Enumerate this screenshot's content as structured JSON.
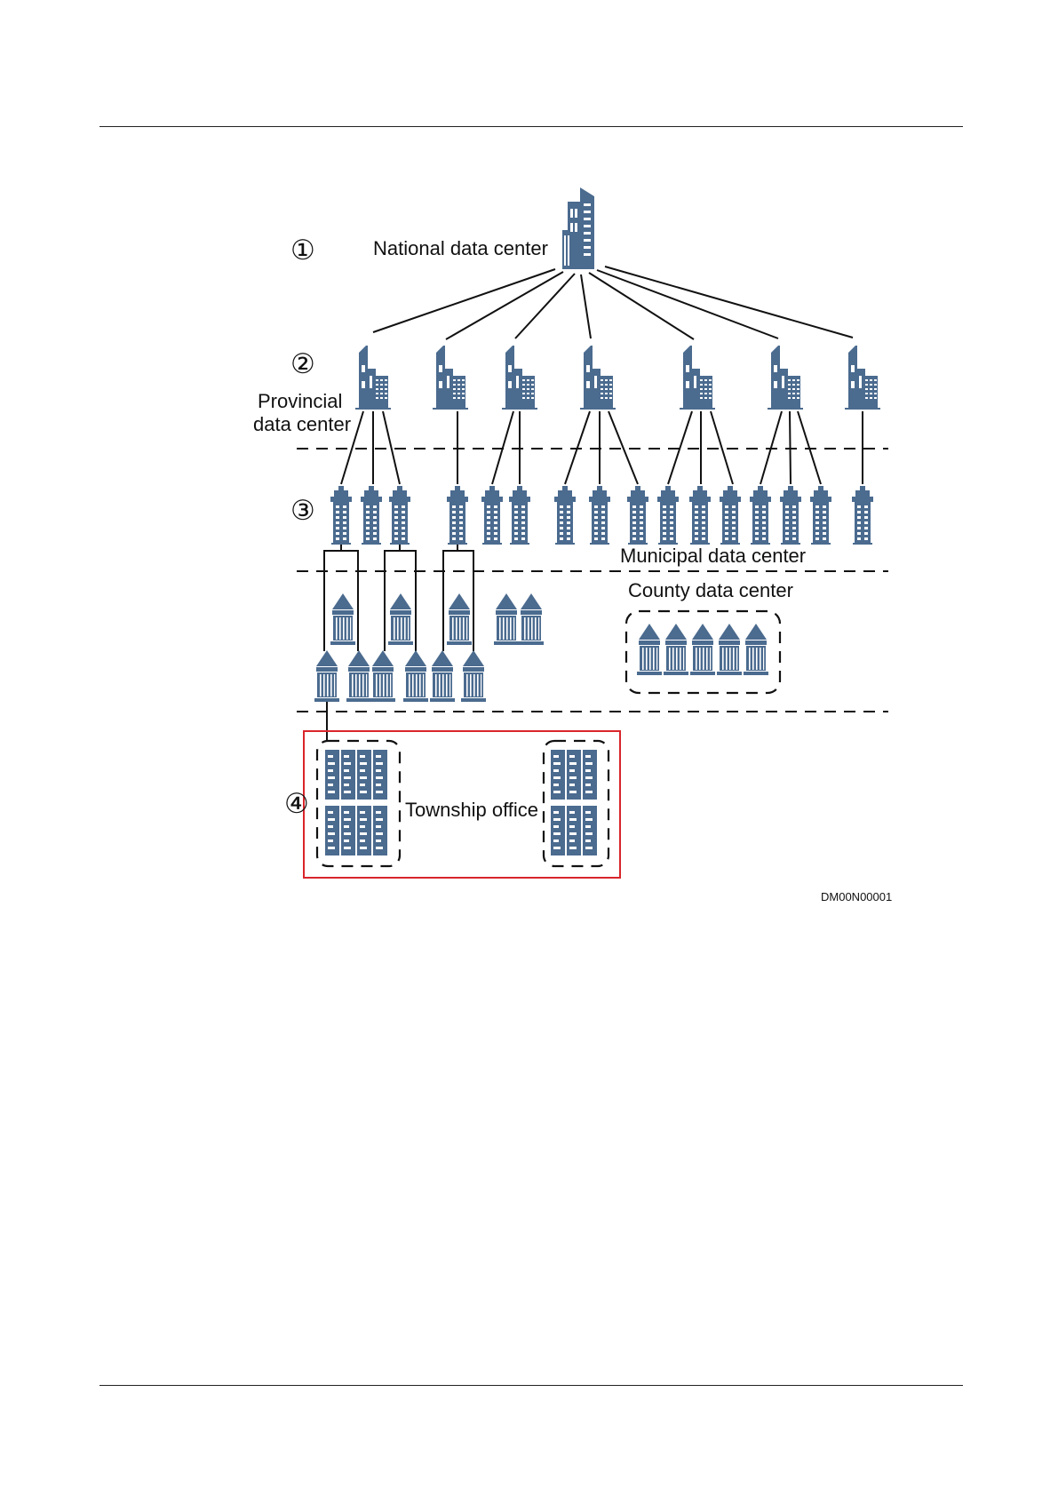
{
  "figure": {
    "tiers": {
      "national": {
        "marker": "①",
        "label": "National data center"
      },
      "provincial": {
        "marker": "②",
        "label_line1": "Provincial",
        "label_line2": "data center"
      },
      "municipal": {
        "marker": "③",
        "label": "Municipal data center"
      },
      "county": {
        "label": "County data center"
      },
      "township": {
        "marker": "④",
        "label": "Township office"
      }
    },
    "figure_id": "DM00N00001",
    "colors": {
      "building": "#4b6b8f",
      "line": "#111111",
      "highlight_box": "#d9252b"
    },
    "icons": {
      "national": "skyscraper-icon",
      "provincial": "office-building-icon",
      "municipal": "tower-building-icon",
      "county": "columned-building-icon",
      "township": "server-rack-icon"
    }
  }
}
